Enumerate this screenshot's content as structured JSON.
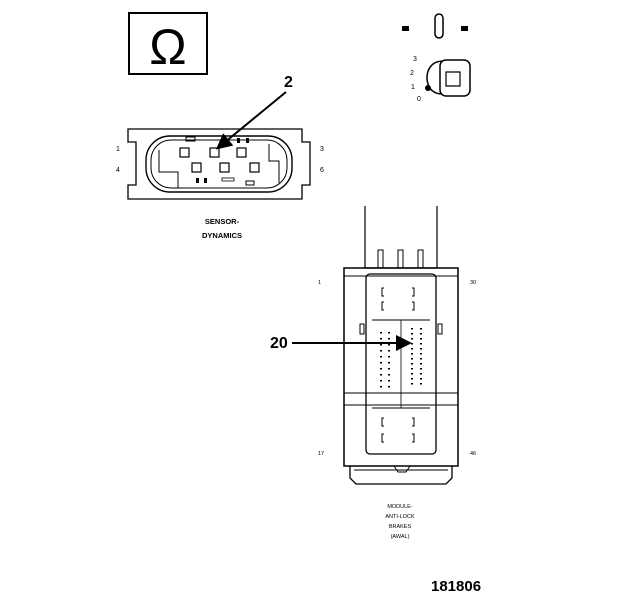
{
  "symbols": {
    "ohm": "Ω",
    "ignition_positions": [
      "3",
      "2",
      "1",
      "0"
    ]
  },
  "sensor_connector": {
    "callout": "2",
    "pins_left": [
      "1",
      "4"
    ],
    "pins_right": [
      "3",
      "6"
    ],
    "caption_line1": "SENSOR-",
    "caption_line2": "DYNAMICS"
  },
  "abs_module": {
    "callout": "20",
    "pin_top_left": "1",
    "pin_top_right": "30",
    "pin_bottom_left": "17",
    "pin_bottom_right": "46",
    "caption_lines": [
      "MODULE-",
      "ANTI-LOCK",
      "BRAKES",
      "(AWAL)"
    ]
  },
  "figure_number": "181806"
}
